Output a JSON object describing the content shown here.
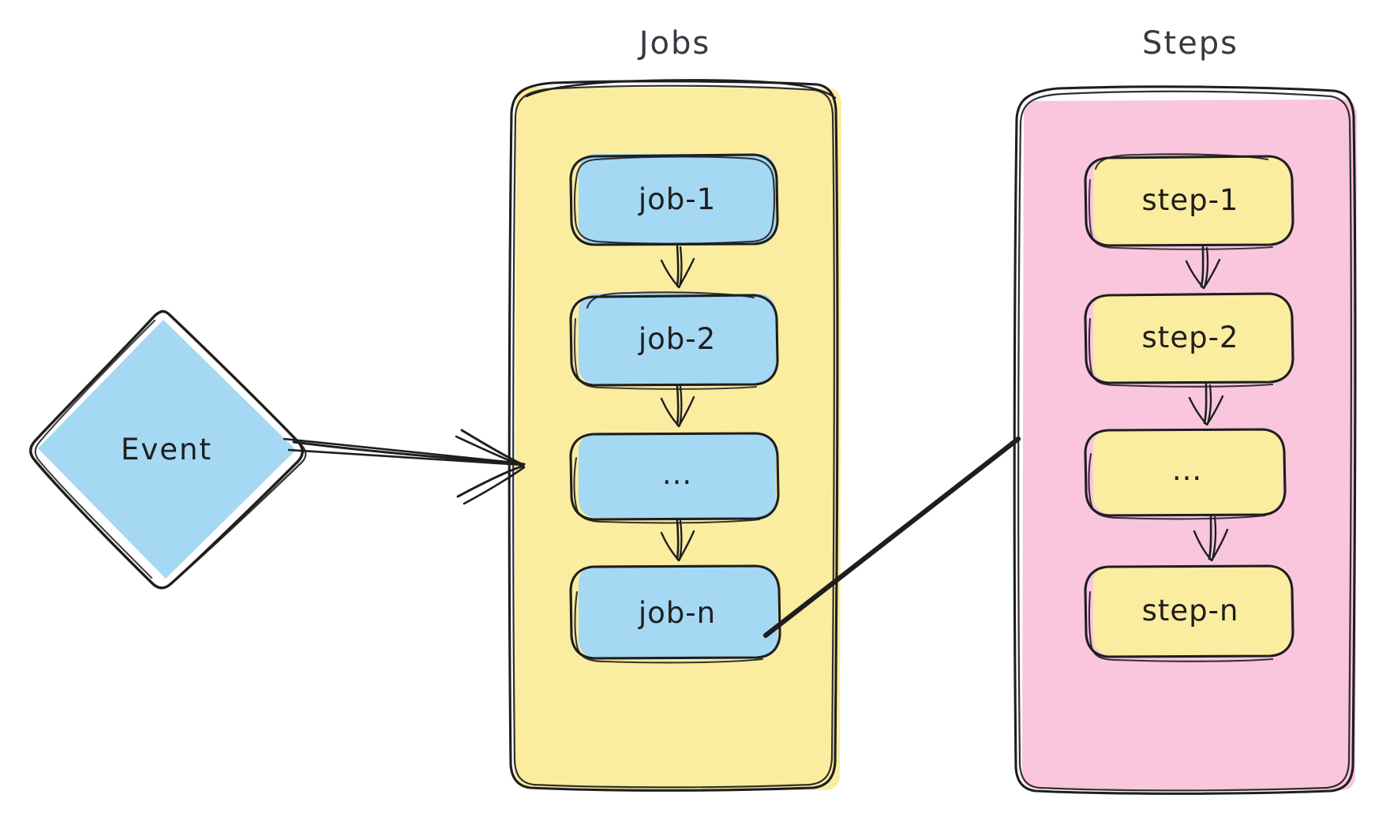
{
  "diagram": {
    "title_event": "Event",
    "colors": {
      "blue_fill": "#a5d8f3",
      "yellow_fill": "#fbeda0",
      "pink_fill": "#f9c6dd",
      "ink": "#1e1e1e",
      "title_ink": "#343a40",
      "background": "#ffffff"
    },
    "event_node": {
      "label": "Event",
      "shape": "diamond",
      "fill": "#a5d8f3"
    },
    "groups": [
      {
        "key": "jobs",
        "title": "Jobs",
        "fill": "#fbeda0",
        "node_fill": "#a5d8f3",
        "nodes": [
          {
            "label": "job-1"
          },
          {
            "label": "job-2"
          },
          {
            "label": "..."
          },
          {
            "label": "job-n"
          }
        ]
      },
      {
        "key": "steps",
        "title": "Steps",
        "fill": "#f9c6dd",
        "node_fill": "#fbeda0",
        "nodes": [
          {
            "label": "step-1"
          },
          {
            "label": "step-2"
          },
          {
            "label": "..."
          },
          {
            "label": "step-n"
          }
        ]
      }
    ],
    "connections": [
      {
        "from": "Event",
        "to": "Jobs",
        "style": "sketch-arrow"
      },
      {
        "from": "job-n",
        "to": "Steps",
        "style": "thick-line"
      }
    ]
  }
}
